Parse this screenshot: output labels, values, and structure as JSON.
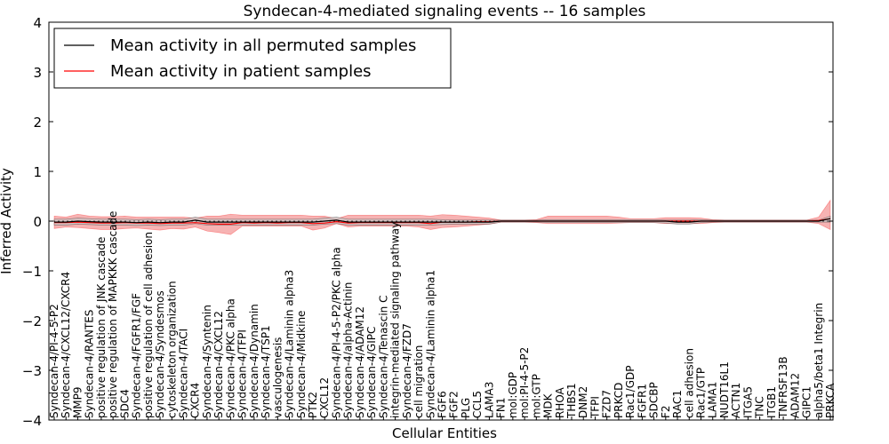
{
  "chart_data": {
    "type": "line",
    "title": "Syndecan-4-mediated signaling events -- 16 samples",
    "xlabel": "Cellular Entities",
    "ylabel": "Inferred Activity",
    "ylim": [
      -4,
      4
    ],
    "yticks": [
      -4,
      -3,
      -2,
      -1,
      0,
      1,
      2,
      3,
      4
    ],
    "ytick_labels": [
      "−4",
      "−3",
      "−2",
      "−1",
      "0",
      "1",
      "2",
      "3",
      "4"
    ],
    "legend_position": "top-left",
    "grid": false,
    "colors": {
      "permuted": "#000000",
      "patient": "#ff0000",
      "band_fill": "#f08080",
      "permuted_band": "#c8c8c8"
    },
    "categories": [
      "Syndecan-4/PI-4-5-P2",
      "Syndecan-4/CXCL12/CXCR4",
      "MMP9",
      "Syndecan-4/RANTES",
      "positive regulation of JNK cascade",
      "positive regulation of MAPKKK cascade",
      "SDC4",
      "Syndecan-4/FGFR1/FGF",
      "positive regulation of cell adhesion",
      "Syndecan-4/Syndesmos",
      "cytoskeleton organization",
      "Syndecan-4/TACI",
      "CXCR4",
      "Syndecan-4/Syntenin",
      "Syndecan-4/CXCL12",
      "Syndecan-4/PKC alpha",
      "Syndecan-4/TFPI",
      "Syndecan-4/Dynamin",
      "Syndecan-4/TSP1",
      "vasculogenesis",
      "Syndecan-4/Laminin alpha3",
      "Syndecan-4/Midkine",
      "PTK2",
      "CXCL12",
      "Syndecan-4/PI-4-5-P2/PKC alpha",
      "Syndecan-4/alpha-Actinin",
      "Syndecan-4/ADAM12",
      "Syndecan-4/GIPC",
      "Syndecan-4/Tenascin C",
      "integrin-mediated signaling pathway",
      "Syndecan-4/FZD7",
      "cell migration",
      "Syndecan-4/Laminin alpha1",
      "FGF6",
      "FGF2",
      "PLG",
      "CCL5",
      "LAMA3",
      "FN1",
      "mol:GDP",
      "mol:PI-4-5-P2",
      "mol:GTP",
      "MDK",
      "RHOA",
      "THBS1",
      "DNM2",
      "TFPI",
      "FZD7",
      "PRKCD",
      "Rac1/GDP",
      "FGFR1",
      "SDCBP",
      "F2",
      "RAC1",
      "cell adhesion",
      "Rac1/GTP",
      "LAMA1",
      "NUDT16L1",
      "ACTN1",
      "ITGA5",
      "TNC",
      "ITGB1",
      "TNFRSF13B",
      "ADAM12",
      "GIPC1",
      "alpha5/beta1 Integrin",
      "PRKCA"
    ],
    "series": [
      {
        "name": "Mean activity in all permuted samples",
        "values": [
          -0.02,
          -0.02,
          0.0,
          -0.01,
          -0.02,
          -0.02,
          -0.02,
          -0.03,
          -0.02,
          -0.03,
          -0.02,
          -0.02,
          0.02,
          -0.02,
          -0.02,
          -0.02,
          -0.02,
          -0.02,
          -0.02,
          -0.02,
          -0.02,
          -0.02,
          -0.02,
          0.0,
          0.02,
          -0.02,
          -0.02,
          -0.02,
          -0.02,
          -0.02,
          -0.02,
          -0.02,
          -0.02,
          -0.02,
          -0.02,
          -0.02,
          -0.02,
          -0.02,
          0.0,
          0.0,
          0.0,
          0.0,
          0.0,
          0.0,
          0.0,
          0.0,
          0.0,
          0.0,
          0.0,
          0.0,
          0.0,
          0.0,
          0.0,
          -0.02,
          -0.02,
          0.0,
          0.0,
          0.0,
          0.0,
          0.0,
          0.0,
          0.0,
          0.0,
          0.0,
          0.0,
          0.0,
          0.05
        ],
        "lower": [
          -0.08,
          -0.08,
          -0.06,
          -0.07,
          -0.08,
          -0.08,
          -0.08,
          -0.09,
          -0.08,
          -0.09,
          -0.08,
          -0.08,
          -0.05,
          -0.08,
          -0.08,
          -0.08,
          -0.08,
          -0.08,
          -0.08,
          -0.08,
          -0.08,
          -0.08,
          -0.08,
          -0.06,
          -0.05,
          -0.08,
          -0.08,
          -0.08,
          -0.08,
          -0.08,
          -0.08,
          -0.08,
          -0.08,
          -0.07,
          -0.06,
          -0.06,
          -0.06,
          -0.06,
          -0.02,
          -0.02,
          -0.02,
          -0.02,
          -0.03,
          -0.03,
          -0.03,
          -0.03,
          -0.03,
          -0.03,
          -0.03,
          -0.03,
          -0.03,
          -0.03,
          -0.04,
          -0.06,
          -0.06,
          -0.03,
          -0.02,
          -0.02,
          -0.02,
          -0.02,
          -0.02,
          -0.02,
          -0.02,
          -0.02,
          -0.02,
          -0.02,
          -0.02
        ],
        "upper": [
          0.04,
          0.04,
          0.06,
          0.05,
          0.04,
          0.04,
          0.04,
          0.03,
          0.04,
          0.03,
          0.04,
          0.04,
          0.08,
          0.04,
          0.04,
          0.04,
          0.04,
          0.04,
          0.04,
          0.04,
          0.04,
          0.04,
          0.04,
          0.06,
          0.08,
          0.04,
          0.04,
          0.04,
          0.04,
          0.04,
          0.04,
          0.04,
          0.04,
          0.03,
          0.02,
          0.02,
          0.02,
          0.02,
          0.02,
          0.02,
          0.02,
          0.02,
          0.03,
          0.03,
          0.03,
          0.03,
          0.03,
          0.03,
          0.03,
          0.03,
          0.03,
          0.03,
          0.02,
          0.02,
          0.02,
          0.03,
          0.02,
          0.02,
          0.02,
          0.02,
          0.02,
          0.02,
          0.02,
          0.02,
          0.02,
          0.02,
          0.1
        ]
      },
      {
        "name": "Mean activity in patient samples",
        "values": [
          -0.03,
          -0.03,
          -0.02,
          -0.03,
          -0.04,
          -0.04,
          -0.03,
          -0.04,
          -0.04,
          -0.05,
          -0.04,
          -0.04,
          -0.03,
          -0.05,
          -0.06,
          -0.06,
          -0.03,
          -0.04,
          -0.03,
          -0.04,
          -0.03,
          -0.03,
          -0.05,
          -0.04,
          -0.01,
          -0.04,
          -0.03,
          -0.03,
          -0.03,
          -0.03,
          -0.03,
          -0.03,
          -0.05,
          -0.02,
          -0.02,
          -0.02,
          -0.01,
          -0.01,
          0.0,
          0.0,
          0.0,
          0.0,
          0.0,
          0.0,
          0.0,
          0.0,
          0.0,
          0.0,
          0.0,
          0.0,
          0.0,
          0.0,
          0.0,
          0.0,
          0.0,
          0.0,
          0.0,
          0.0,
          0.0,
          0.0,
          0.0,
          0.0,
          0.0,
          0.0,
          0.0,
          0.01,
          0.05
        ],
        "lower": [
          -0.15,
          -0.12,
          -0.13,
          -0.15,
          -0.17,
          -0.17,
          -0.15,
          -0.14,
          -0.16,
          -0.18,
          -0.15,
          -0.16,
          -0.12,
          -0.2,
          -0.23,
          -0.27,
          -0.1,
          -0.1,
          -0.1,
          -0.1,
          -0.1,
          -0.1,
          -0.18,
          -0.14,
          -0.05,
          -0.12,
          -0.1,
          -0.1,
          -0.1,
          -0.1,
          -0.1,
          -0.12,
          -0.17,
          -0.13,
          -0.12,
          -0.1,
          -0.08,
          -0.06,
          -0.02,
          -0.02,
          -0.02,
          -0.03,
          -0.05,
          -0.05,
          -0.05,
          -0.05,
          -0.05,
          -0.05,
          -0.04,
          -0.03,
          -0.03,
          -0.03,
          -0.05,
          -0.05,
          -0.05,
          -0.05,
          -0.03,
          -0.02,
          -0.02,
          -0.02,
          -0.02,
          -0.02,
          -0.02,
          -0.02,
          -0.02,
          -0.05,
          -0.17
        ],
        "upper": [
          0.1,
          0.08,
          0.14,
          0.1,
          0.09,
          0.09,
          0.1,
          0.08,
          0.08,
          0.08,
          0.08,
          0.08,
          0.06,
          0.1,
          0.1,
          0.14,
          0.12,
          0.12,
          0.12,
          0.12,
          0.12,
          0.12,
          0.1,
          0.1,
          0.05,
          0.12,
          0.12,
          0.12,
          0.12,
          0.12,
          0.12,
          0.12,
          0.1,
          0.13,
          0.12,
          0.1,
          0.08,
          0.06,
          0.02,
          0.02,
          0.02,
          0.03,
          0.1,
          0.1,
          0.1,
          0.1,
          0.1,
          0.1,
          0.08,
          0.05,
          0.05,
          0.05,
          0.07,
          0.07,
          0.07,
          0.06,
          0.03,
          0.02,
          0.02,
          0.02,
          0.02,
          0.02,
          0.02,
          0.02,
          0.02,
          0.08,
          0.42
        ]
      }
    ]
  }
}
